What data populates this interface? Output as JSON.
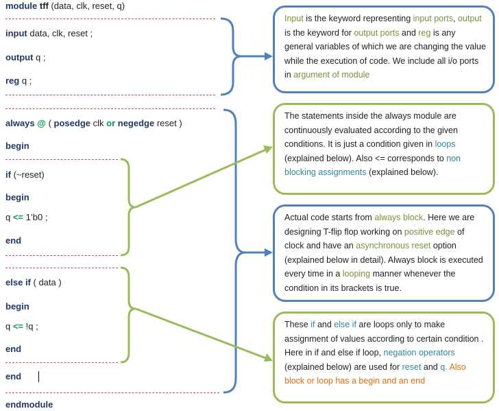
{
  "code": {
    "l1": {
      "kw": "module",
      "name": "tff",
      "rest": " (data, clk, reset, q)"
    },
    "l2": {
      "kw": "input",
      "rest": " data,  clk,  reset ;"
    },
    "l3": {
      "kw": "output",
      "rest": " q ;"
    },
    "l4": {
      "kw": "reg",
      "rest": " q ;"
    },
    "l5": {
      "kw": "always",
      "at": "@",
      "p1": " ( ",
      "kw2": "posedge",
      "p2": " clk ",
      "or": "or",
      "kw3": "negedge",
      "p3": " reset )"
    },
    "l6": {
      "kw": "begin"
    },
    "l7": {
      "kw": "if",
      "rest": " (~reset)"
    },
    "l8": {
      "kw": "begin"
    },
    "l9": {
      "a": "q ",
      "op": "<=",
      "b": " 1’b0 ;"
    },
    "l10": {
      "kw": "end"
    },
    "l11": {
      "kw": "else",
      "kw2": "if",
      "rest": " ( data )"
    },
    "l12": {
      "kw": "begin"
    },
    "l13": {
      "a": "q ",
      "op": "<=",
      "b": " !q ;"
    },
    "l14": {
      "kw": "end"
    },
    "l15": {
      "kw": "end"
    },
    "l16": {
      "kw": "endmodule"
    }
  },
  "box1": {
    "s1": "Input",
    "s2": " is the keyword representing ",
    "s3": "input ports",
    "s4": ", ",
    "s5": "output",
    "s6": " is the keyword for ",
    "s7": "output ports",
    "s8": " and ",
    "s9": "reg",
    "s10": " is any general variables of which we are changing the value while the execution of code. We include all i/o ports in ",
    "s11": "argument of module"
  },
  "box2": {
    "s1": "The statements inside the always module are continuously evaluated according to the given conditions. It is just a condition given in ",
    "s2": "loops",
    "s3": " (explained below). Also <= corresponds to ",
    "s4": "non blocking assignments",
    "s5": " (explained below)."
  },
  "box3": {
    "s1": "Actual code starts from ",
    "s2": "always block",
    "s3": ". Here we are designing T-flip flop working on ",
    "s4": "positive edge",
    "s5": " of clock and have an ",
    "s6": "asynchronous reset",
    "s7": " option (explained below in detail). Always block is executed every time in a ",
    "s8": "looping",
    "s9": " manner whenever the condition in its brackets is true."
  },
  "box4": {
    "s1": "These ",
    "s2": "if",
    "s3": " and ",
    "s4": "else if",
    "s5": " are loops only to make assignment of values according to certain condition . Here in if and else if loop, ",
    "s6": "negation operators",
    "s7": " (explained below) are used for ",
    "s8": "reset",
    "s9": " and ",
    "s10": "q",
    "s11": ". Also block or loop has a begin and an end"
  },
  "colors": {
    "blue_border": "#4f81bd",
    "green_border": "#9bbb59",
    "keyword": "#1f3864",
    "operator": "#00a050",
    "dash": "#c0504d",
    "green_text": "#77933c",
    "blue_text": "#31859c",
    "orange_text": "#e36c09"
  }
}
